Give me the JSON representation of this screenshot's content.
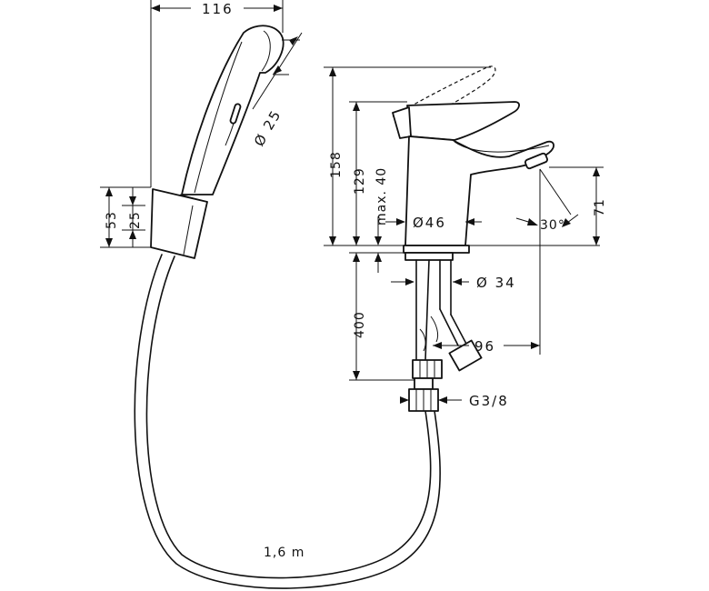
{
  "dimensions": {
    "handshower_width": "116",
    "handshower_head_diameter": "Ø 25",
    "holder_height": "53",
    "holder_inner": "25",
    "hose_length": "1,6 m",
    "faucet_height": "158",
    "spout_height": "129",
    "max_thickness": "max. 40",
    "base_diameter": "Ø46",
    "pipe_diameter": "Ø 34",
    "connection_length": "400",
    "reach": "96",
    "outlet_height": "71",
    "spray_angle": "30°",
    "thread": "G3/8"
  },
  "colors": {
    "line": "#111111",
    "background": "#ffffff"
  }
}
